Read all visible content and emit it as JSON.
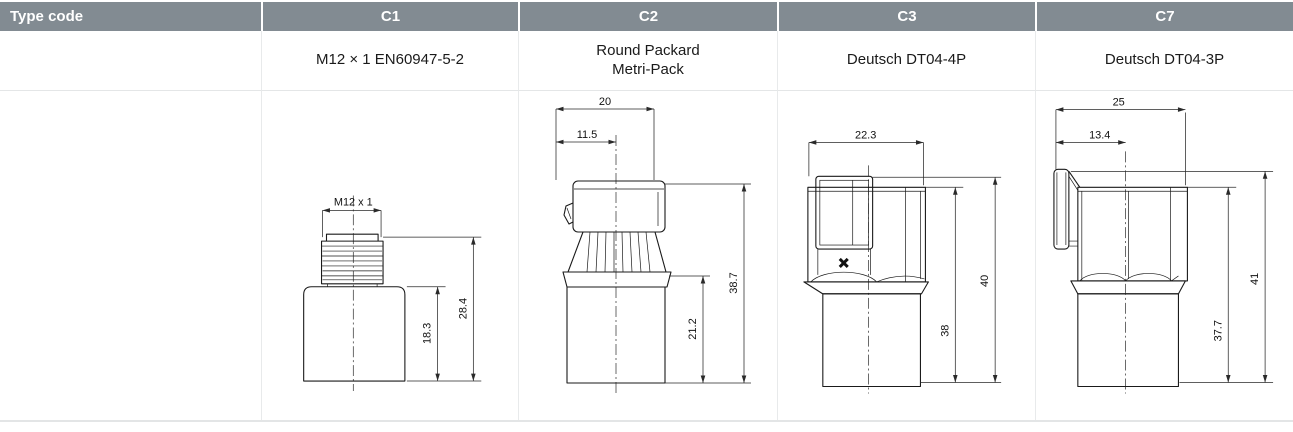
{
  "table": {
    "header": {
      "label": "Type code",
      "codes": [
        "C1",
        "C2",
        "C3",
        "C7"
      ]
    },
    "names": [
      "M12 × 1 EN60947-5-2",
      "Round Packard\nMetri-Pack",
      "Deutsch DT04-4P",
      "Deutsch DT04-3P"
    ]
  },
  "drawings": {
    "c1": {
      "thread_label": "M12 x 1",
      "overall_height": "28.4",
      "body_height": "18.3"
    },
    "c2": {
      "width": "20",
      "offset_width": "11.5",
      "overall_height": "38.7",
      "body_height": "21.2"
    },
    "c3": {
      "width": "22.3",
      "overall_height": "40",
      "body_height": "38"
    },
    "c7": {
      "width": "25",
      "offset_width": "13.4",
      "overall_height": "41",
      "body_height": "37.7"
    }
  },
  "colors": {
    "header_bg": "#828b92",
    "header_text": "#ffffff",
    "grid_line": "#e4e6e7",
    "drawing_stroke": "#1a1a1a"
  }
}
